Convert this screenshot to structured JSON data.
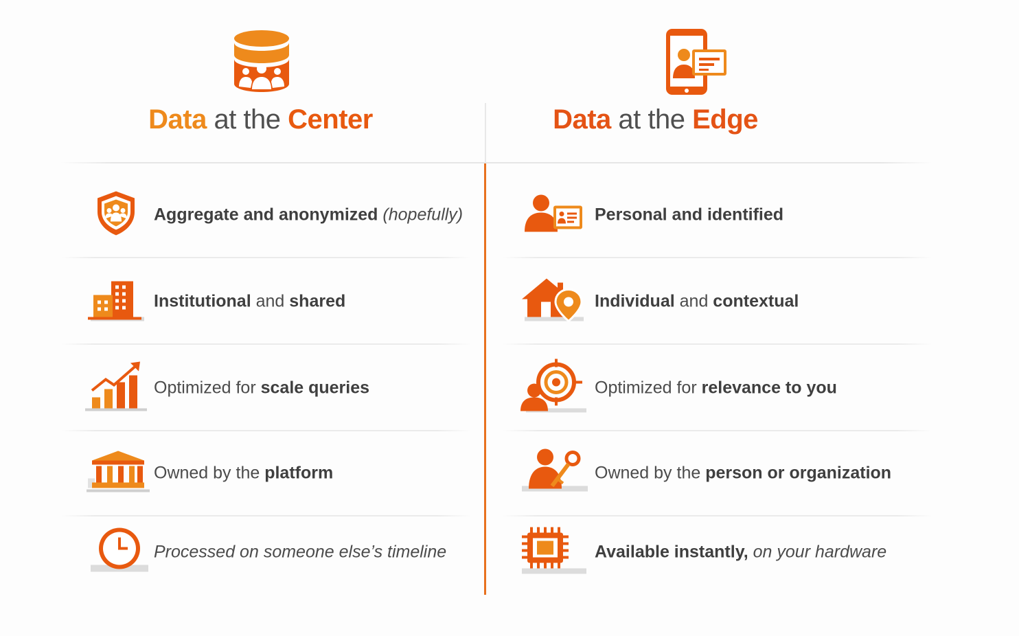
{
  "left": {
    "title": {
      "part1": "Data",
      "part2": " at the ",
      "part3": "Center"
    },
    "hero_icon": "database-people-icon",
    "rows": [
      {
        "icon": "shield-people-icon",
        "bold": "Aggregate and anonymized",
        "regular": " ",
        "italic": "(hopefully)"
      },
      {
        "icon": "building-icon",
        "bold": "Institutional",
        "regular": " and ",
        "bold2": "shared"
      },
      {
        "icon": "growth-chart-icon",
        "regular": "Optimized for ",
        "bold": "scale queries"
      },
      {
        "icon": "institution-icon",
        "regular": "Owned by the ",
        "bold": "platform"
      },
      {
        "icon": "clock-icon",
        "italic": "Processed on someone else’s timeline"
      }
    ]
  },
  "right": {
    "title": {
      "part1": "Data",
      "part2": " at the ",
      "part3": "Edge"
    },
    "hero_icon": "phone-profile-icon",
    "rows": [
      {
        "icon": "person-id-icon",
        "bold": "Personal and identified"
      },
      {
        "icon": "home-location-icon",
        "bold": "Individual",
        "regular": " and ",
        "bold2": "contextual"
      },
      {
        "icon": "target-person-icon",
        "regular": "Optimized for ",
        "bold": "relevance to you"
      },
      {
        "icon": "person-key-icon",
        "regular": "Owned by the ",
        "bold": "person or organization"
      },
      {
        "icon": "chip-icon",
        "bold": "Available instantly,",
        "italic": " on your hardware"
      }
    ]
  },
  "colors": {
    "amber": "#ee8a1c",
    "orange": "#e8590f",
    "divider": "#e8711f"
  }
}
